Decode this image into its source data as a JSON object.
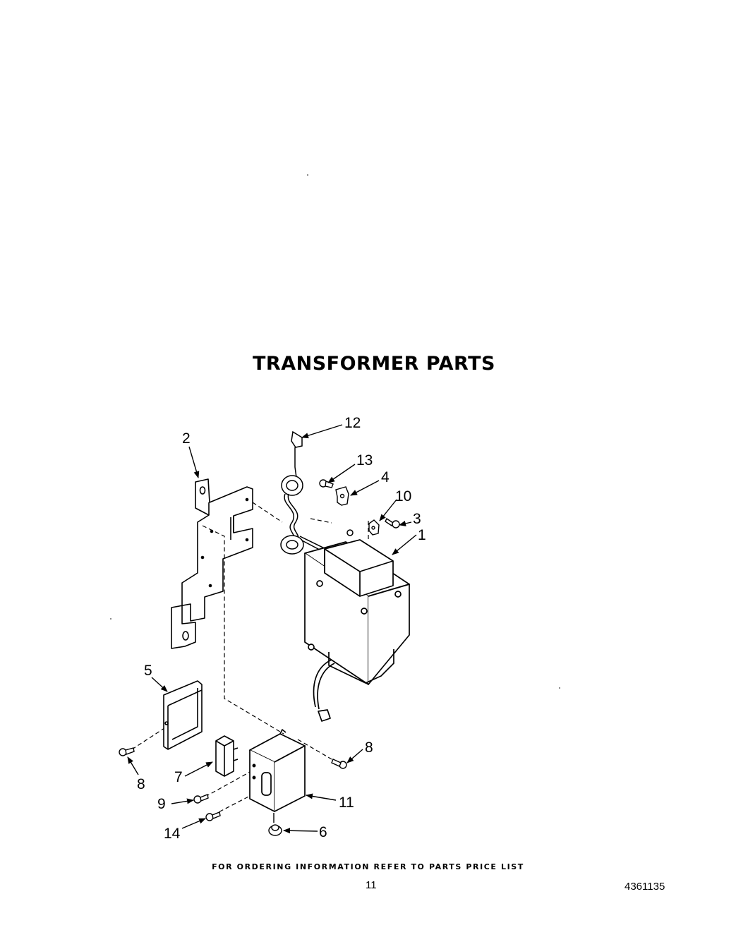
{
  "title": "TRANSFORMER PARTS",
  "callouts": {
    "c1": "1",
    "c2": "2",
    "c3": "3",
    "c4": "4",
    "c5": "5",
    "c6": "6",
    "c7": "7",
    "c8a": "8",
    "c8b": "8",
    "c9": "9",
    "c10": "10",
    "c11": "11",
    "c12": "12",
    "c13": "13",
    "c14": "14"
  },
  "footer": "FOR ORDERING INFORMATION REFER TO PARTS PRICE LIST",
  "page_number": "11",
  "document_number": "4361135"
}
